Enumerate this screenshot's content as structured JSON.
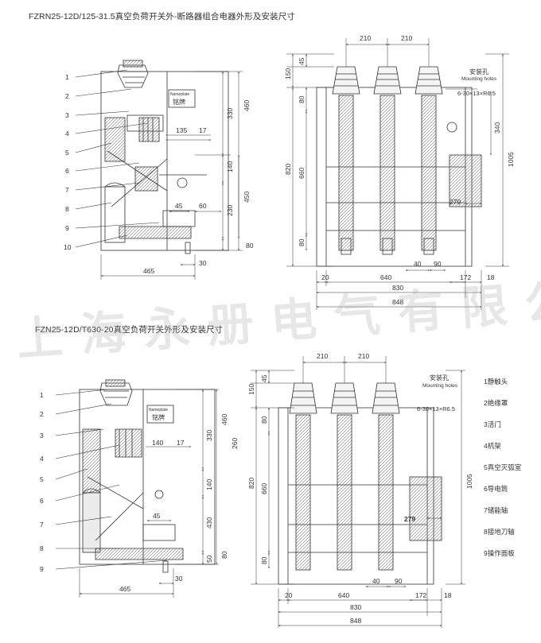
{
  "titles": {
    "top": "FZRN25-12D/125-31.5真空负荷开关外-断路器组合电器外形及安装尺寸",
    "bottom": "FZN25-12D/T630-20真空负荷开关外形及安装尺寸"
  },
  "watermark": "上海永册电气有限公司",
  "nameplate": {
    "en": "Nameplate",
    "cn": "铭牌"
  },
  "mounting": {
    "cn": "安装孔",
    "en": "Mounting holes",
    "spec": "6-30×13×R6.5"
  },
  "legend": [
    "1静触头",
    "2绝缘罩",
    "3活门",
    "4机架",
    "5真空灭弧室",
    "6导电筒",
    "7储能轴",
    "8接地刀轴",
    "9操作面板"
  ],
  "top_side": {
    "callouts": [
      "1",
      "2",
      "3",
      "4",
      "5",
      "6",
      "7",
      "8",
      "9",
      "10"
    ],
    "dims": {
      "h460": "460",
      "h330": "330",
      "w135": "135",
      "w17": "17",
      "h140": "140",
      "h450": "450",
      "h230": "230",
      "w45": "45",
      "w60": "60",
      "h80": "80",
      "w30": "30",
      "w465": "465"
    }
  },
  "top_front": {
    "dims": {
      "w210a": "210",
      "w210b": "210",
      "v45": "45",
      "v150": "150",
      "v80a": "80",
      "v340": "340",
      "v820": "820",
      "v660": "660",
      "v1005": "1005",
      "v279": "279",
      "v80b": "80",
      "w40": "40",
      "w90": "90",
      "w20": "20",
      "w640": "640",
      "w172": "172",
      "w18": "18",
      "w830": "830",
      "w848": "848"
    }
  },
  "bottom_side": {
    "callouts": [
      "1",
      "2",
      "3",
      "4",
      "5",
      "6",
      "7",
      "8",
      "9"
    ],
    "dims": {
      "h460": "460",
      "h330": "330",
      "w140": "140",
      "w17": "17",
      "h260": "260",
      "h140": "140",
      "w45": "45",
      "h430": "430",
      "h80": "80",
      "h50": "50",
      "w30": "30",
      "w465": "465"
    }
  },
  "bottom_front": {
    "dims": {
      "w210a": "210",
      "w210b": "210",
      "v45": "45",
      "v150": "150",
      "v80a": "80",
      "v820": "820",
      "v660": "660",
      "v1005": "1005",
      "v279": "279",
      "v80b": "80",
      "w40": "40",
      "w90": "90",
      "w20": "20",
      "w640": "640",
      "w172": "172",
      "w18": "18",
      "w830": "830",
      "w848": "848"
    }
  }
}
